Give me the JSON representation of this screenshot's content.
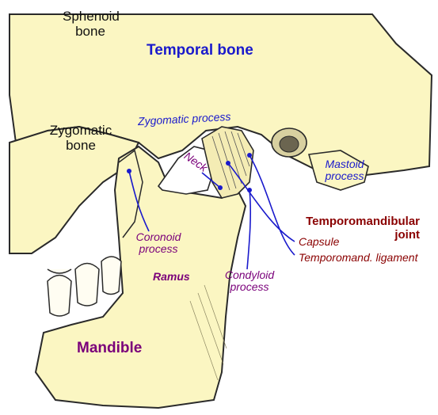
{
  "labels": {
    "sphenoid_bone": "Sphenoid bone",
    "temporal_bone": "Temporal bone",
    "zygomatic_bone": "Zygomatic bone",
    "zygomatic_process": "Zygomatic process",
    "neck": "Neck",
    "mastoid_process": "Mastoid process",
    "temporomandibular_joint": "Temporomandibular joint",
    "capsule": "Capsule",
    "temporomand_ligament": "Temporomand. ligament",
    "coronoid_process": "Coronoid process",
    "ramus": "Ramus",
    "condyloid_process": "Condyloid process",
    "mandible": "Mandible"
  },
  "colors": {
    "bone_fill": "#fbf6c2",
    "outline": "#2a2a2a",
    "leader_blue": "#1a1acc",
    "label_purple": "#7a007a",
    "label_red": "#8a0000"
  }
}
